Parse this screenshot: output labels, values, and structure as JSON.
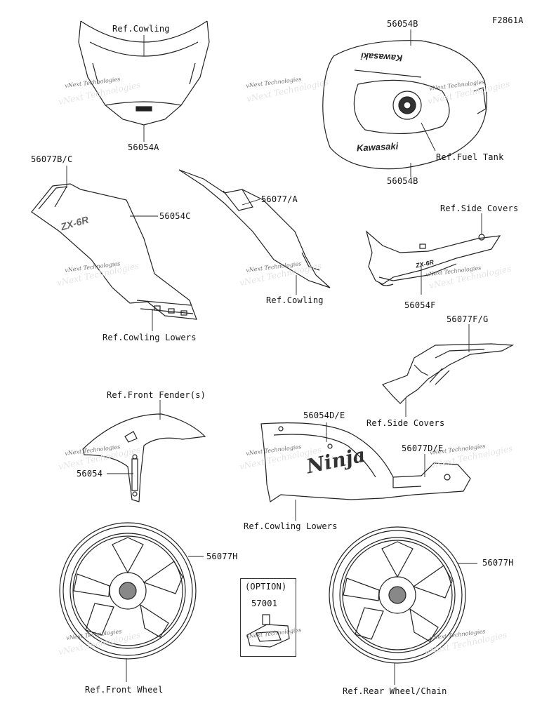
{
  "figure_code": "F2861A",
  "labels": {
    "ref_cowling_top": "Ref.Cowling",
    "p56054A": "56054A",
    "p56054B_top": "56054B",
    "p56054B_bottom": "56054B",
    "ref_fuel_tank": "Ref.Fuel Tank",
    "p56077BC": "56077B/C",
    "p56054C": "56054C",
    "ref_cowling_lowers_1": "Ref.Cowling Lowers",
    "p56077A": "56077/A",
    "ref_cowling_mid": "Ref.Cowling",
    "ref_side_covers_1": "Ref.Side Covers",
    "p56054F": "56054F",
    "p56077FG": "56077F/G",
    "ref_side_covers_2": "Ref.Side Covers",
    "ref_front_fender": "Ref.Front Fender(s)",
    "p56054": "56054",
    "p56054DE": "56054D/E",
    "p56077DE": "56077D/E",
    "ref_cowling_lowers_2": "Ref.Cowling Lowers",
    "p56077H_left": "56077H",
    "p56077H_right": "56077H",
    "option": "(OPTION)",
    "p57001": "57001",
    "ref_front_wheel": "Ref.Front Wheel",
    "ref_rear_wheel": "Ref.Rear Wheel/Chain"
  },
  "watermark": "vNext Technologies",
  "brand_texts": {
    "kawasaki": "Kawasaki",
    "zx6r": "ZX-6R",
    "ninja": "Ninja"
  }
}
